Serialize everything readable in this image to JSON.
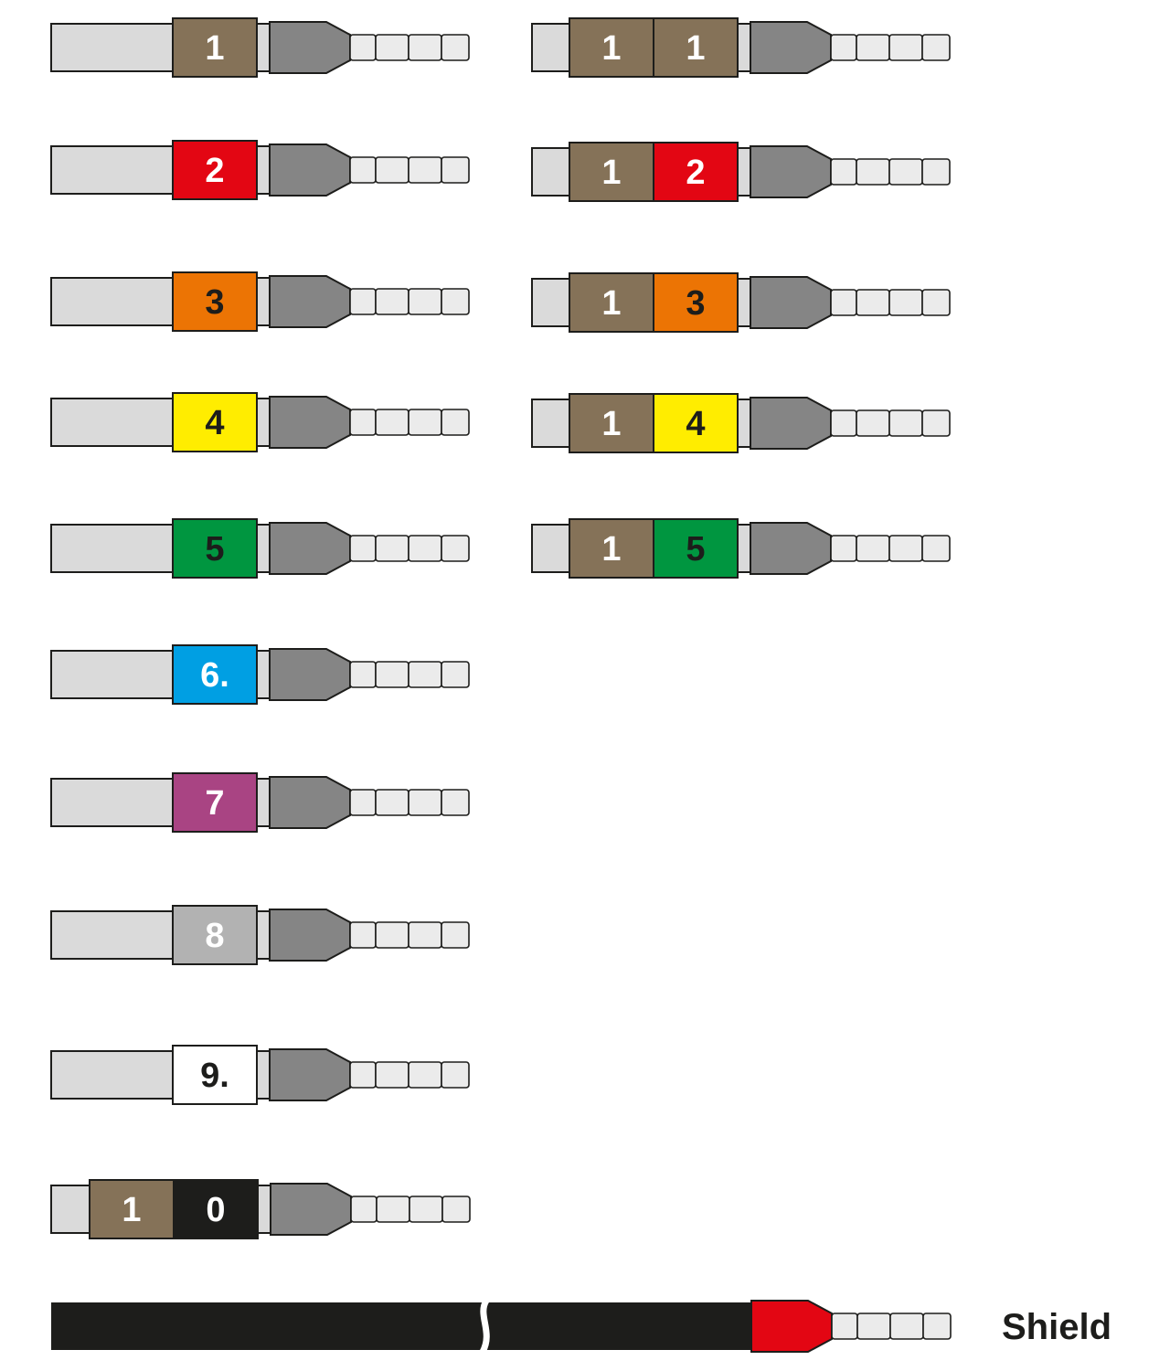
{
  "colors": {
    "insulation": "#dadada",
    "ferrule_collar": "#858585",
    "ferrule_tip": "#ebebeb",
    "outline": "#1d1d1b",
    "shield_cable": "#1d1d1b",
    "shield_collar": "#e30613"
  },
  "left_column": [
    {
      "markers": [
        {
          "text": "1",
          "bg": "#857258",
          "fg": "#ffffff"
        }
      ]
    },
    {
      "markers": [
        {
          "text": "2",
          "bg": "#e30613",
          "fg": "#ffffff"
        }
      ]
    },
    {
      "markers": [
        {
          "text": "3",
          "bg": "#ec7404",
          "fg": "#1d1d1b"
        }
      ]
    },
    {
      "markers": [
        {
          "text": "4",
          "bg": "#ffed00",
          "fg": "#1d1d1b"
        }
      ]
    },
    {
      "markers": [
        {
          "text": "5",
          "bg": "#009640",
          "fg": "#1d1d1b"
        }
      ]
    },
    {
      "markers": [
        {
          "text": "6.",
          "bg": "#009fe3",
          "fg": "#ffffff"
        }
      ]
    },
    {
      "markers": [
        {
          "text": "7",
          "bg": "#a94483",
          "fg": "#ffffff"
        }
      ]
    },
    {
      "markers": [
        {
          "text": "8",
          "bg": "#b2b2b2",
          "fg": "#ffffff"
        }
      ]
    },
    {
      "markers": [
        {
          "text": "9.",
          "bg": "#ffffff",
          "fg": "#1d1d1b"
        }
      ]
    },
    {
      "markers": [
        {
          "text": "1",
          "bg": "#857258",
          "fg": "#ffffff"
        },
        {
          "text": "0",
          "bg": "#1d1d1b",
          "fg": "#ffffff"
        }
      ]
    }
  ],
  "right_column": [
    {
      "markers": [
        {
          "text": "1",
          "bg": "#857258",
          "fg": "#ffffff"
        },
        {
          "text": "1",
          "bg": "#857258",
          "fg": "#ffffff"
        }
      ]
    },
    {
      "markers": [
        {
          "text": "1",
          "bg": "#857258",
          "fg": "#ffffff"
        },
        {
          "text": "2",
          "bg": "#e30613",
          "fg": "#ffffff"
        }
      ]
    },
    {
      "markers": [
        {
          "text": "1",
          "bg": "#857258",
          "fg": "#ffffff"
        },
        {
          "text": "3",
          "bg": "#ec7404",
          "fg": "#1d1d1b"
        }
      ]
    },
    {
      "markers": [
        {
          "text": "1",
          "bg": "#857258",
          "fg": "#ffffff"
        },
        {
          "text": "4",
          "bg": "#ffed00",
          "fg": "#1d1d1b"
        }
      ]
    },
    {
      "markers": [
        {
          "text": "1",
          "bg": "#857258",
          "fg": "#ffffff"
        },
        {
          "text": "5",
          "bg": "#009640",
          "fg": "#1d1d1b"
        }
      ]
    }
  ],
  "shield": {
    "label": "Shield"
  }
}
